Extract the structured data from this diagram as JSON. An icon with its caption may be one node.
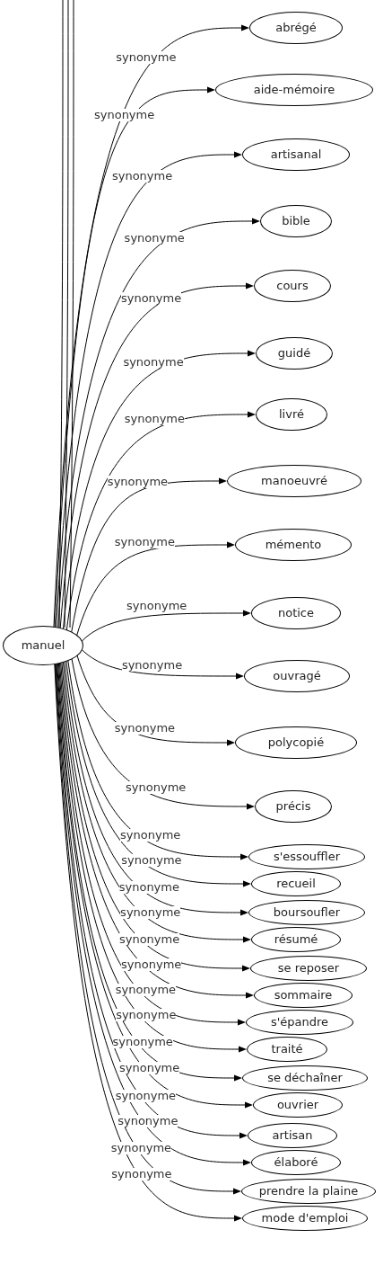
{
  "diagram": {
    "nodes": [
      {
        "text": [
          "manuel"
        ]
      },
      {
        "text": [
          "abrégé"
        ]
      },
      {
        "text": [
          "aide-mémoire"
        ]
      },
      {
        "text": [
          "artisanal"
        ]
      },
      {
        "text": [
          "bible"
        ]
      },
      {
        "text": [
          "cours"
        ]
      },
      {
        "text": [
          "guidé"
        ]
      },
      {
        "text": [
          "livré"
        ]
      },
      {
        "text": [
          "manoeuvré"
        ]
      },
      {
        "text": [
          "mémento"
        ]
      },
      {
        "text": [
          "notice"
        ]
      },
      {
        "text": [
          "ouvragé"
        ]
      },
      {
        "text": [
          "polycopié"
        ]
      },
      {
        "text": [
          "précis"
        ]
      },
      {
        "text": [
          "s'essouffler"
        ]
      },
      {
        "text": [
          "recueil"
        ]
      },
      {
        "text": [
          "boursoufler"
        ]
      },
      {
        "text": [
          "résumé"
        ]
      },
      {
        "text": [
          "se reposer"
        ]
      },
      {
        "text": [
          "sommaire"
        ]
      },
      {
        "text": [
          "s'épandre"
        ]
      },
      {
        "text": [
          "traité"
        ]
      },
      {
        "text": [
          "se déchaîner"
        ]
      },
      {
        "text": [
          "ouvrier"
        ]
      },
      {
        "text": [
          "artisan"
        ]
      },
      {
        "text": [
          "élaboré"
        ]
      },
      {
        "text": [
          "prendre la plaine"
        ]
      },
      {
        "text": [
          "mode d'emploi"
        ]
      }
    ],
    "edges": [
      {
        "from": 0,
        "to": null,
        "arrow": "none"
      },
      {
        "from": 0,
        "to": null,
        "arrow": "none"
      },
      {
        "from": 0,
        "to": null,
        "arrow": "none"
      },
      {
        "from": 0,
        "to": 1,
        "arrow": "to",
        "label": "synonyme"
      },
      {
        "from": 0,
        "to": 2,
        "arrow": "to",
        "label": "synonyme"
      },
      {
        "from": 0,
        "to": 3,
        "arrow": "to",
        "label": "synonyme"
      },
      {
        "from": 0,
        "to": 4,
        "arrow": "to",
        "label": "synonyme"
      },
      {
        "from": 0,
        "to": 5,
        "arrow": "to",
        "label": "synonyme"
      },
      {
        "from": 0,
        "to": 6,
        "arrow": "to",
        "label": "synonyme"
      },
      {
        "from": 0,
        "to": 7,
        "arrow": "to",
        "label": "synonyme"
      },
      {
        "from": 0,
        "to": 8,
        "arrow": "to",
        "label": "synonyme"
      },
      {
        "from": 0,
        "to": 9,
        "arrow": "to",
        "label": "synonyme"
      },
      {
        "from": 0,
        "to": 10,
        "arrow": "to",
        "label": "synonyme"
      },
      {
        "from": 0,
        "to": 11,
        "arrow": "to",
        "label": "synonyme"
      },
      {
        "from": 0,
        "to": 12,
        "arrow": "to",
        "label": "synonyme"
      },
      {
        "from": 0,
        "to": 13,
        "arrow": "to",
        "label": "synonyme"
      },
      {
        "from": 0,
        "to": 14,
        "arrow": "to",
        "label": "synonyme"
      },
      {
        "from": 0,
        "to": 15,
        "arrow": "to",
        "label": "synonyme"
      },
      {
        "from": 0,
        "to": 16,
        "arrow": "to",
        "label": "synonyme"
      },
      {
        "from": 0,
        "to": 17,
        "arrow": "to",
        "label": "synonyme"
      },
      {
        "from": 0,
        "to": 18,
        "arrow": "to",
        "label": "synonyme"
      },
      {
        "from": 0,
        "to": 19,
        "arrow": "to",
        "label": "synonyme"
      },
      {
        "from": 0,
        "to": 20,
        "arrow": "to",
        "label": "synonyme"
      },
      {
        "from": 0,
        "to": 21,
        "arrow": "to",
        "label": "synonyme"
      },
      {
        "from": 0,
        "to": 22,
        "arrow": "to",
        "label": "synonyme"
      },
      {
        "from": 0,
        "to": 23,
        "arrow": "to",
        "label": "synonyme"
      },
      {
        "from": 0,
        "to": 24,
        "arrow": "to",
        "label": "synonyme"
      },
      {
        "from": 0,
        "to": 25,
        "arrow": "to",
        "label": "synonyme"
      },
      {
        "from": 0,
        "to": 26,
        "arrow": "to",
        "label": "synonyme"
      },
      {
        "from": 0,
        "to": 27,
        "arrow": "to",
        "label": "synonyme"
      }
    ]
  }
}
